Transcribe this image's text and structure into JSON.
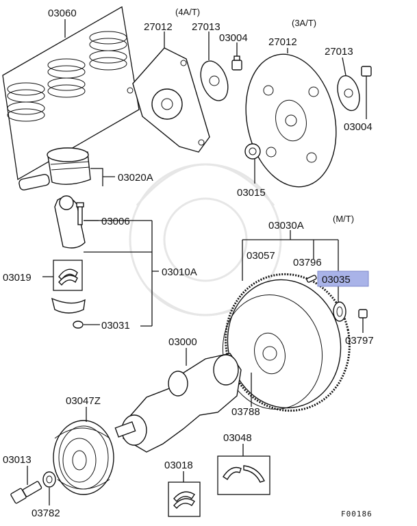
{
  "diagram": {
    "figure_code": "F00186",
    "variant_notes": {
      "at4": "(4A/T)",
      "at3": "(3A/T)",
      "mt": "(M/T)"
    },
    "highlight_color": "#a9b3e8",
    "callouts": [
      {
        "id": "03060",
        "label": "03060"
      },
      {
        "id": "27012a",
        "label": "27012"
      },
      {
        "id": "27013a",
        "label": "27013"
      },
      {
        "id": "03004a",
        "label": "03004"
      },
      {
        "id": "27012b",
        "label": "27012"
      },
      {
        "id": "27013b",
        "label": "27013"
      },
      {
        "id": "03004b",
        "label": "03004"
      },
      {
        "id": "03020A",
        "label": "03020A"
      },
      {
        "id": "03015",
        "label": "03015"
      },
      {
        "id": "03006",
        "label": "03006"
      },
      {
        "id": "03030A",
        "label": "03030A"
      },
      {
        "id": "03057",
        "label": "03057"
      },
      {
        "id": "03796",
        "label": "03796"
      },
      {
        "id": "03035",
        "label": "03035",
        "highlighted": true
      },
      {
        "id": "03019",
        "label": "03019"
      },
      {
        "id": "03010A",
        "label": "03010A"
      },
      {
        "id": "03797",
        "label": "03797"
      },
      {
        "id": "03031",
        "label": "03031"
      },
      {
        "id": "03000",
        "label": "03000"
      },
      {
        "id": "03788",
        "label": "03788"
      },
      {
        "id": "03047Z",
        "label": "03047Z"
      },
      {
        "id": "03048",
        "label": "03048"
      },
      {
        "id": "03013",
        "label": "03013"
      },
      {
        "id": "03018",
        "label": "03018"
      },
      {
        "id": "03782",
        "label": "03782"
      }
    ]
  }
}
